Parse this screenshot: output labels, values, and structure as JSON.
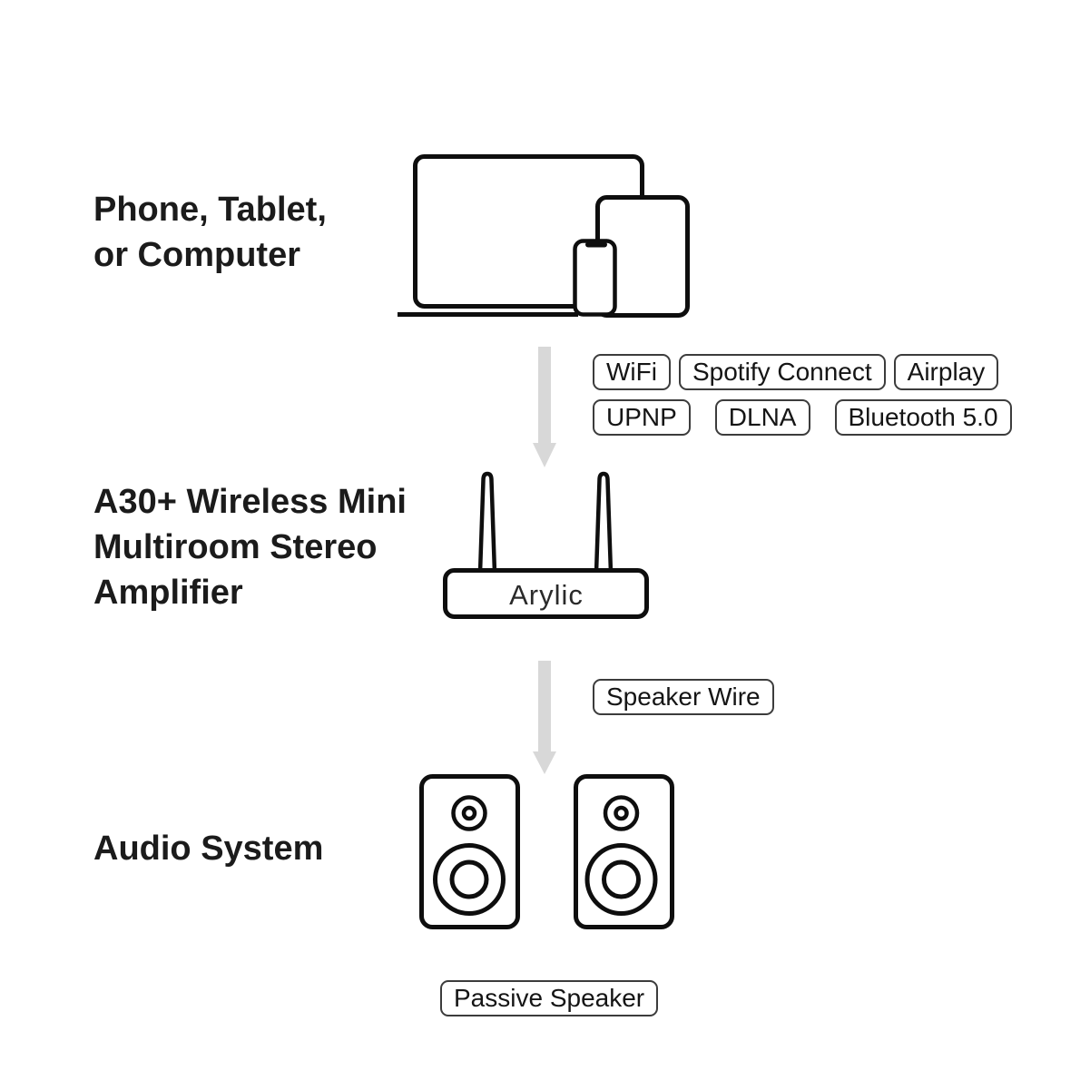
{
  "diagram": {
    "source": {
      "title_line1": "Phone, Tablet,",
      "title_line2": "or Computer"
    },
    "wireless_link": {
      "row1": [
        "WiFi",
        "Spotify Connect",
        "Airplay"
      ],
      "row2": [
        "UPNP",
        "DLNA",
        "Bluetooth 5.0"
      ]
    },
    "amplifier": {
      "title_line1": "A30+ Wireless Mini",
      "title_line2": "Multiroom Stereo",
      "title_line3": "Amplifier",
      "brand": "Arylic"
    },
    "wired_link": {
      "label": "Speaker Wire"
    },
    "audio": {
      "title": "Audio System",
      "caption": "Passive Speaker"
    }
  },
  "colors": {
    "background": "#ffffff",
    "illustration_stroke": "#0e0e0e",
    "arrow": "#d8d8d8",
    "badge_border": "#3c3c3c",
    "text": "#1b1b1b"
  }
}
